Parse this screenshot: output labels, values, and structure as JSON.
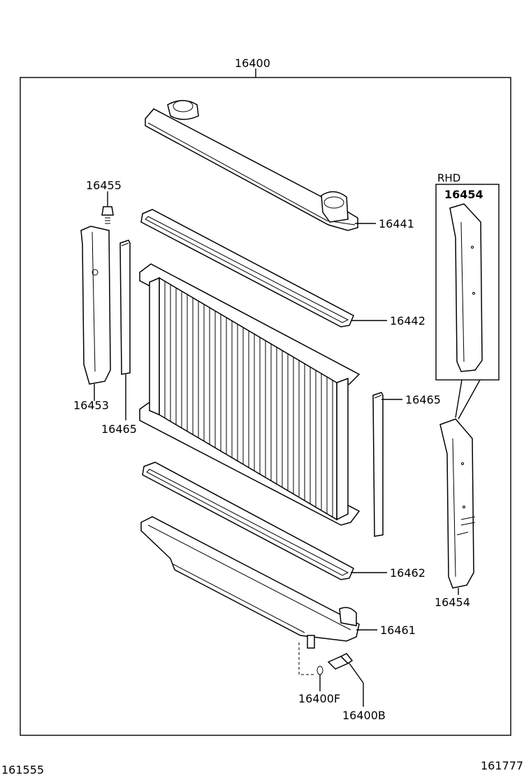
{
  "diagram": {
    "assembly_number": "16400",
    "variant_label": "RHD",
    "footer_left": "161555",
    "footer_right": "161777",
    "parts": [
      {
        "id": "16441"
      },
      {
        "id": "16442"
      },
      {
        "id": "16455"
      },
      {
        "id": "16453"
      },
      {
        "id": "16465"
      },
      {
        "id": "16465"
      },
      {
        "id": "16454"
      },
      {
        "id": "16454"
      },
      {
        "id": "16462"
      },
      {
        "id": "16461"
      },
      {
        "id": "16400F"
      },
      {
        "id": "16400B"
      }
    ]
  }
}
